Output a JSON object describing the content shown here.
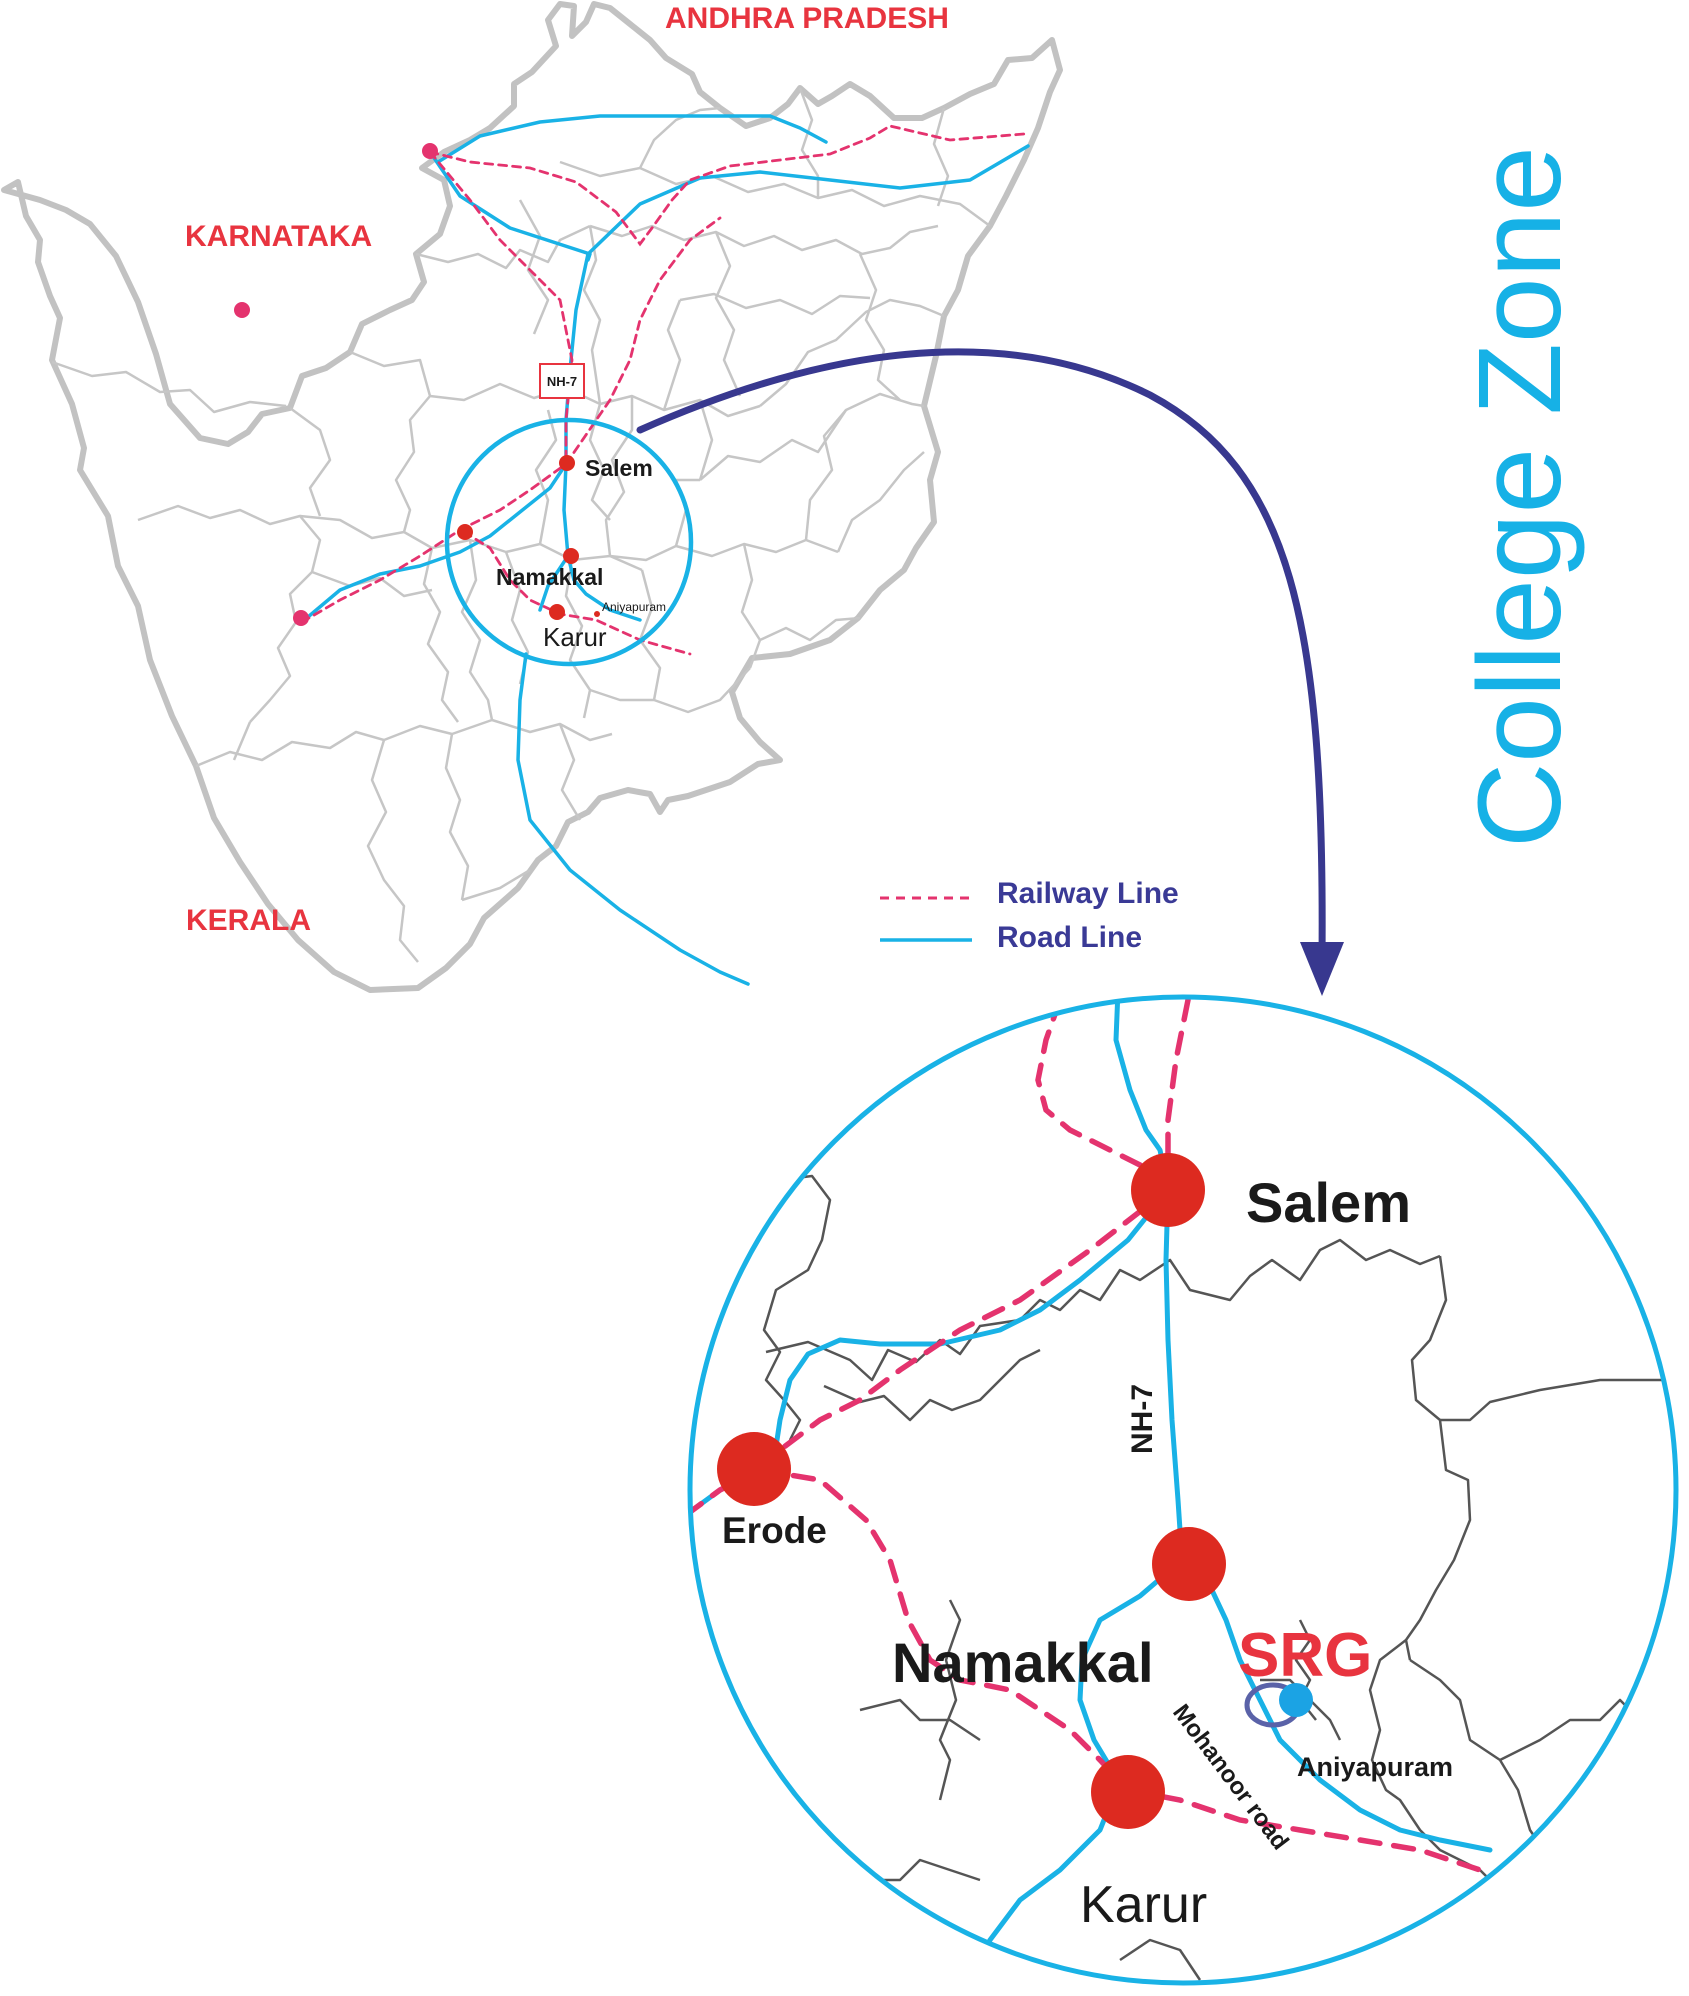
{
  "title": "College Zone",
  "states": {
    "andhra": "ANDHRA PRADESH",
    "karnataka": "KARNATAKA",
    "kerala": "KERALA"
  },
  "highway": {
    "badge": "NH-7",
    "zoom_label": "NH-7",
    "side_road": "Mohanoor road"
  },
  "cities": {
    "salem": "Salem",
    "namakkal": "Namakkal",
    "erode": "Erode",
    "karur": "Karur",
    "aniyapuram": "Aniyapuram"
  },
  "college": {
    "code": "SRG"
  },
  "legend": {
    "railway": "Railway Line",
    "road": "Road Line"
  },
  "colors": {
    "state_label": "#e8343f",
    "road": "#19b2e6",
    "railway": "#e4336e",
    "city_marker": "#dd2a20",
    "college_marker": "#1ba3e4",
    "arrow": "#38388f",
    "boundaries": "#c6c6c6"
  }
}
